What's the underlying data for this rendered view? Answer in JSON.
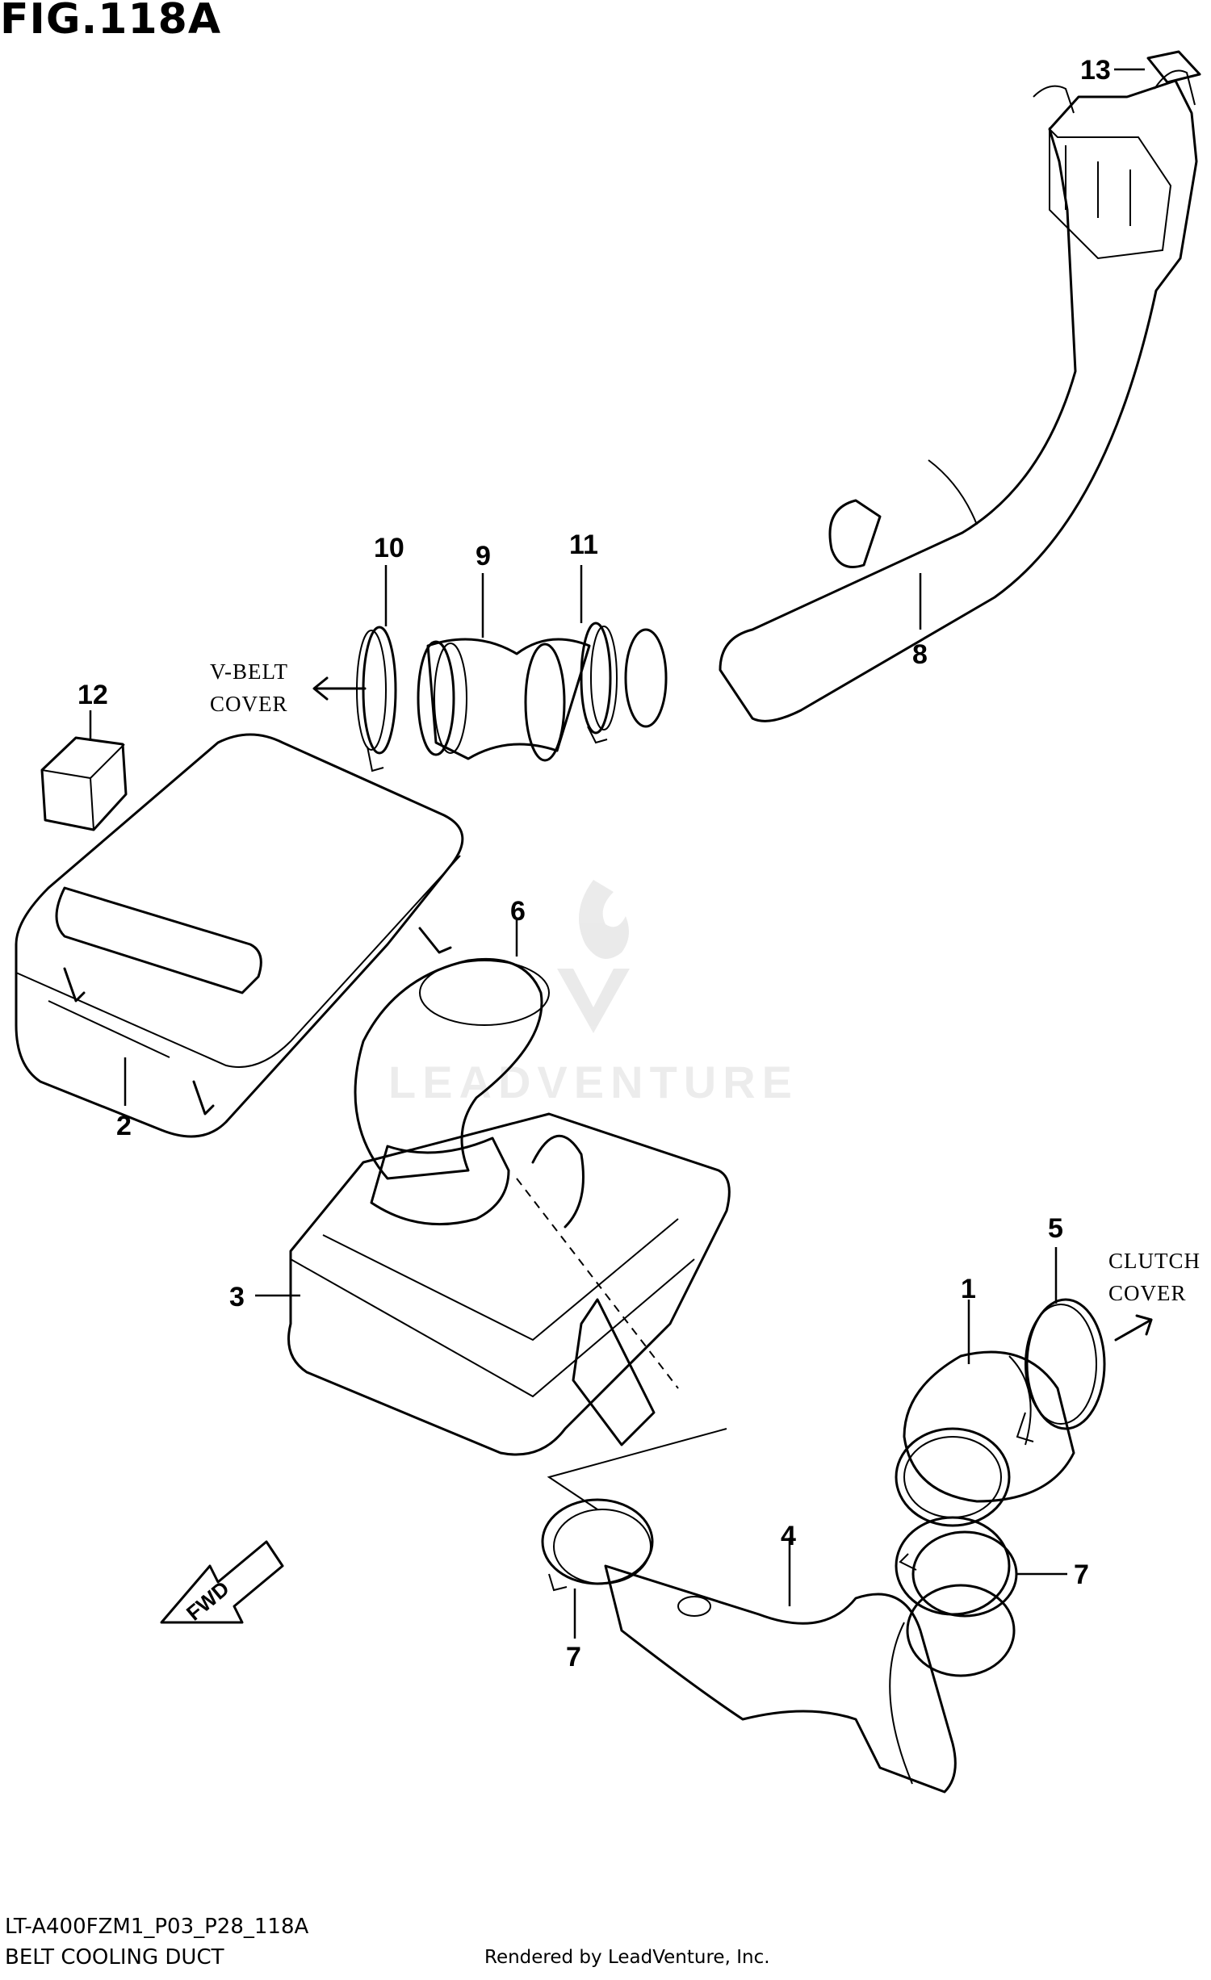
{
  "figure_title": "FIG.118A",
  "model_code": "LT-A400FZM1_P03_P28_118A",
  "section_title": "BELT COOLING DUCT",
  "credit": "Rendered by LeadVenture, Inc.",
  "watermark": "LEADVENTURE",
  "callouts": {
    "c1": "1",
    "c2": "2",
    "c3": "3",
    "c4": "4",
    "c5": "5",
    "c6": "6",
    "c7a": "7",
    "c7b": "7",
    "c8": "8",
    "c9": "9",
    "c10": "10",
    "c11": "11",
    "c12": "12",
    "c13": "13"
  },
  "notes": {
    "vbelt_line1": "V-BELT",
    "vbelt_line2": "COVER",
    "clutch_line1": "CLUTCH",
    "clutch_line2": "COVER"
  },
  "fwd_label": "FWD",
  "icons": [
    "arrow-left-icon",
    "arrow-up-right-icon",
    "fwd-arrow-icon",
    "watermark-logo-icon"
  ]
}
